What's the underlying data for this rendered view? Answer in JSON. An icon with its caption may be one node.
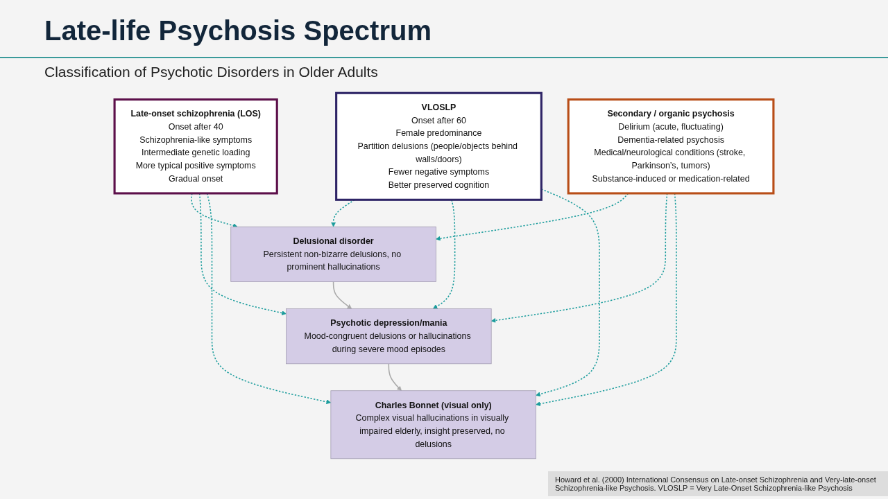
{
  "diagram": {
    "title": "Late-life Psychosis Spectrum",
    "caption": "Howard et al. (2000) International Consensus on Late-onset Schizophrenia and Very-late-onset Schizophrenia-like Psychosis. VLOSLP = Very Late-Onset Schizophrenia-like Psychosis",
    "labels": [
      "Classification of Psychotic Disorders in Older Adults"
    ],
    "nodes": [
      {
        "text": [
          "Late-onset schizophrenia (LOS)",
          "Onset after 40",
          "Schizophrenia-like symptoms",
          "Intermediate genetic loading",
          "More typical positive symptoms",
          "Gradual onset"
        ]
      },
      {
        "text": [
          "VLOSLP",
          "Onset after 60",
          "Female predominance",
          "Partition delusions (people/objects behind walls/doors)",
          "Fewer negative symptoms",
          "Better preserved cognition"
        ]
      },
      {
        "text": [
          "Secondary / organic psychosis",
          "Delirium (acute, fluctuating)",
          "Dementia-related psychosis",
          "Medical/neurological conditions (stroke, Parkinson’s, tumors)",
          "Substance-induced or medication-related"
        ]
      },
      {
        "text": [
          "Delusional disorder",
          "Persistent non-bizarre delusions, no prominent hallucinations"
        ]
      },
      {
        "text": [
          "Psychotic depression/mania",
          "Mood-congruent delusions or hallucinations during severe mood episodes"
        ]
      },
      {
        "text": [
          "Charles Bonnet (visual only)",
          "Complex visual hallucinations in visually impaired elderly, insight preserved, no delusions"
        ]
      }
    ],
    "edges": [
      {
        "from": 0,
        "to": 3,
        "arrow": "to",
        "style": "dashed",
        "color": "#1a9c9c"
      },
      {
        "from": 0,
        "to": 4,
        "arrow": "to",
        "style": "dashed",
        "color": "#1a9c9c"
      },
      {
        "from": 0,
        "to": 5,
        "arrow": "to",
        "style": "dashed",
        "color": "#1a9c9c"
      },
      {
        "from": 1,
        "to": 3,
        "arrow": "to",
        "style": "dashed",
        "color": "#1a9c9c"
      },
      {
        "from": 1,
        "to": 4,
        "arrow": "to",
        "style": "dashed",
        "color": "#1a9c9c"
      },
      {
        "from": 1,
        "to": 5,
        "arrow": "to",
        "style": "dashed",
        "color": "#1a9c9c"
      },
      {
        "from": 2,
        "to": 3,
        "arrow": "to",
        "style": "dashed",
        "color": "#1a9c9c"
      },
      {
        "from": 2,
        "to": 4,
        "arrow": "to",
        "style": "dashed",
        "color": "#1a9c9c"
      },
      {
        "from": 2,
        "to": 5,
        "arrow": "to",
        "style": "dashed",
        "color": "#1a9c9c"
      },
      {
        "from": 3,
        "to": 4,
        "arrow": "to",
        "color": "#aaaaaa"
      },
      {
        "from": 4,
        "to": 5,
        "arrow": "to",
        "color": "#aaaaaa"
      }
    ]
  }
}
